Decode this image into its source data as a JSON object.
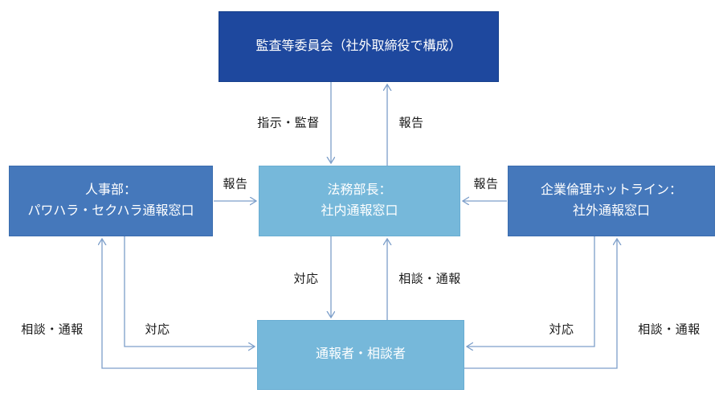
{
  "diagram": {
    "title": "internal-reporting-structure",
    "colors": {
      "committee_box": "#1e489e",
      "window_box": "#4578bb",
      "core_box": "#76b8da",
      "arrow": "#7d9fca",
      "label_text": "#1a1a1a",
      "box_text": "#ffffff",
      "background": "#ffffff"
    },
    "nodes": {
      "audit_committee": {
        "line1": "監査等委員会（社外取締役で構成）"
      },
      "hr_window": {
        "line1": "人事部：",
        "line2": "パワハラ・セクハラ通報窓口"
      },
      "legal_window": {
        "line1": "法務部長：",
        "line2": "社内通報窓口"
      },
      "ethics_hotline": {
        "line1": "企業倫理ホットライン：",
        "line2": "社外通報窓口"
      },
      "reporter": {
        "line1": "通報者・相談者"
      }
    },
    "labels": {
      "instruction_supervision": "指示・監督",
      "report_to_committee": "報告",
      "report_hr_to_legal": "報告",
      "report_hotline_to_legal": "報告",
      "response_legal_to_reporter": "対応",
      "consult_reporter_to_legal": "相談・通報",
      "response_hr_to_reporter": "対応",
      "consult_reporter_to_hr": "相談・通報",
      "response_hotline_to_reporter": "対応",
      "consult_reporter_to_hotline": "相談・通報"
    }
  }
}
